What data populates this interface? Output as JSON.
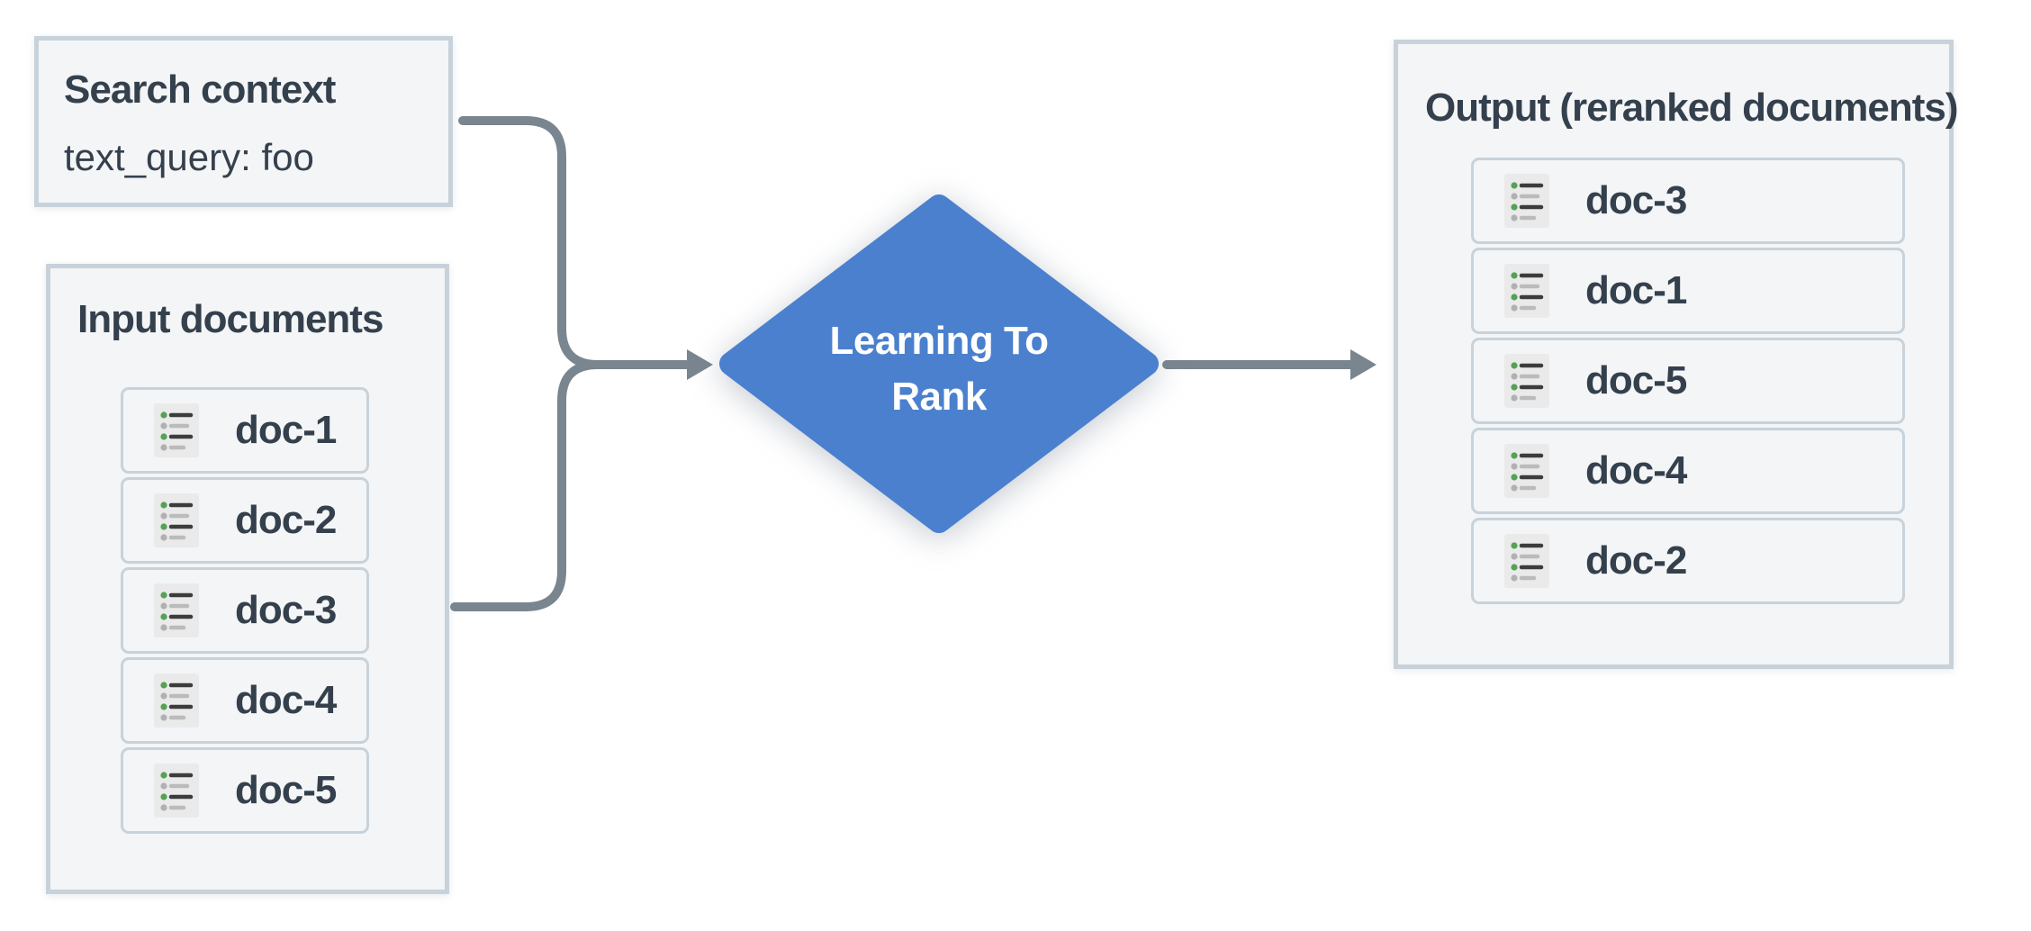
{
  "colors": {
    "diamond-blue": "#4A80CE",
    "diamond-text": "#FFFFFF",
    "arrow-gray": "#79858F",
    "box-fill": "#F3F5F7",
    "box-border": "#C8D2DA",
    "text-dark": "#35404D",
    "icon-bg": "#EAEAEA",
    "icon-green": "#54A254",
    "icon-gray-dot": "#B1B1B1",
    "icon-line-dark": "#3C3C3C",
    "icon-line-gray": "#BBBBBB"
  },
  "search_context": {
    "title": "Search context",
    "query": "text_query: foo"
  },
  "input_documents": {
    "title": "Input documents",
    "docs": [
      "doc-1",
      "doc-2",
      "doc-3",
      "doc-4",
      "doc-5"
    ]
  },
  "processor": {
    "line1": "Learning To",
    "line2": "Rank"
  },
  "output_documents": {
    "title": "Output (reranked documents)",
    "docs": [
      "doc-3",
      "doc-1",
      "doc-5",
      "doc-4",
      "doc-2"
    ]
  }
}
